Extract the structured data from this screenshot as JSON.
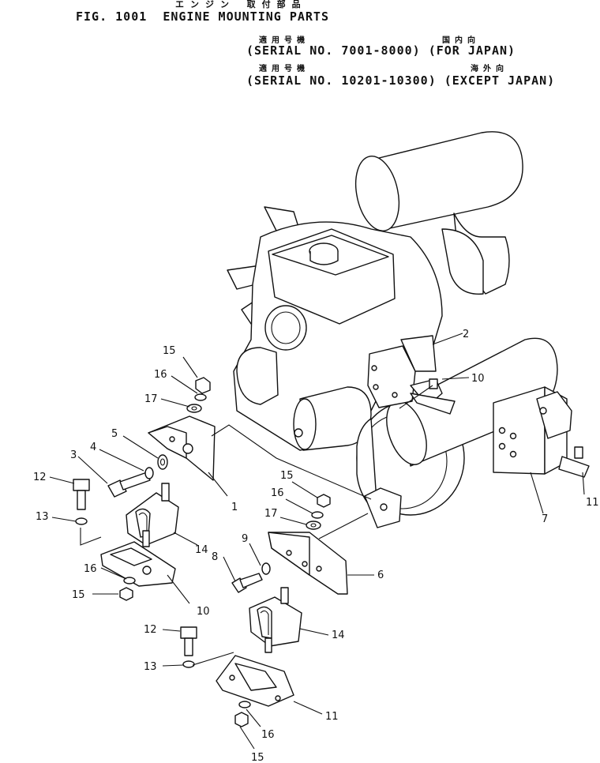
{
  "header": {
    "fig_label": "FIG. 1001",
    "title_jp": "エンジン 取付部品",
    "title_en": "ENGINE MOUNTING PARTS",
    "serial1_jp_left": "適用号機",
    "serial1_jp_right": "国内向",
    "serial1_en": "(SERIAL NO. 7001-8000) (FOR JAPAN)",
    "serial2_jp_left": "適用号機",
    "serial2_jp_right": "海外向",
    "serial2_en": "(SERIAL NO. 10201-10300) (EXCEPT JAPAN)"
  },
  "callouts": [
    "15",
    "16",
    "17",
    "5",
    "4",
    "3",
    "12",
    "13",
    "1",
    "14",
    "10",
    "16",
    "15",
    "8",
    "9",
    "15",
    "16",
    "17",
    "6",
    "12",
    "14",
    "13",
    "11",
    "16",
    "15",
    "2",
    "10",
    "7",
    "11"
  ]
}
